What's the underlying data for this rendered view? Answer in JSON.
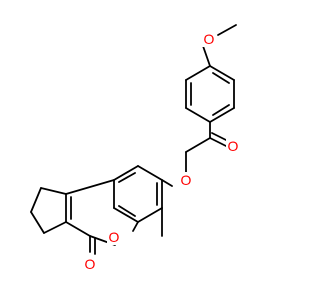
{
  "molecule": {
    "colors": {
      "bond": "#000000",
      "oxygen": "#ff0000",
      "background": "#ffffff"
    },
    "atom_labels": [
      {
        "id": "o-methoxy",
        "text": "O",
        "color_key": "oxygen"
      },
      {
        "id": "o-ketone",
        "text": "O",
        "color_key": "oxygen"
      },
      {
        "id": "o-ether",
        "text": "O",
        "color_key": "oxygen"
      },
      {
        "id": "o-ring",
        "text": "O",
        "color_key": "oxygen"
      },
      {
        "id": "o-lactone-carbonyl",
        "text": "O",
        "color_key": "oxygen"
      }
    ]
  }
}
